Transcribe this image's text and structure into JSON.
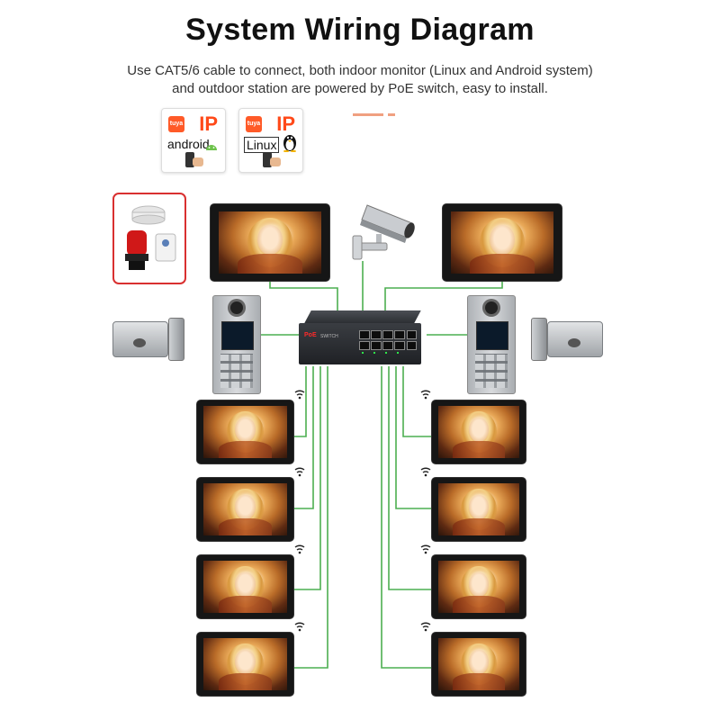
{
  "header": {
    "title": "System Wiring Diagram",
    "subtitle_line1": "Use CAT5/6 cable to connect, both indoor monitor (Linux and Android system)",
    "subtitle_line2": "and outdoor station are powered by PoE switch, easy to install."
  },
  "badges": [
    {
      "brand": "tuya",
      "protocol": "IP",
      "os": "android",
      "icon": "android-icon"
    },
    {
      "brand": "tuya",
      "protocol": "IP",
      "os": "Linux",
      "icon": "tux-penguin-icon"
    }
  ],
  "colors": {
    "wire": "#4caf50",
    "alarm_border": "#d93030",
    "badge_accent": "#ff4a1a"
  },
  "devices": {
    "alarm_kit": [
      "smoke-detector-icon",
      "siren-light-icon",
      "motion-sensor-icon"
    ],
    "camera": "cctv-camera-icon",
    "switch": {
      "brand": "PoE",
      "label": "SWITCH",
      "ports": 8,
      "uplinks": 2
    }
  }
}
